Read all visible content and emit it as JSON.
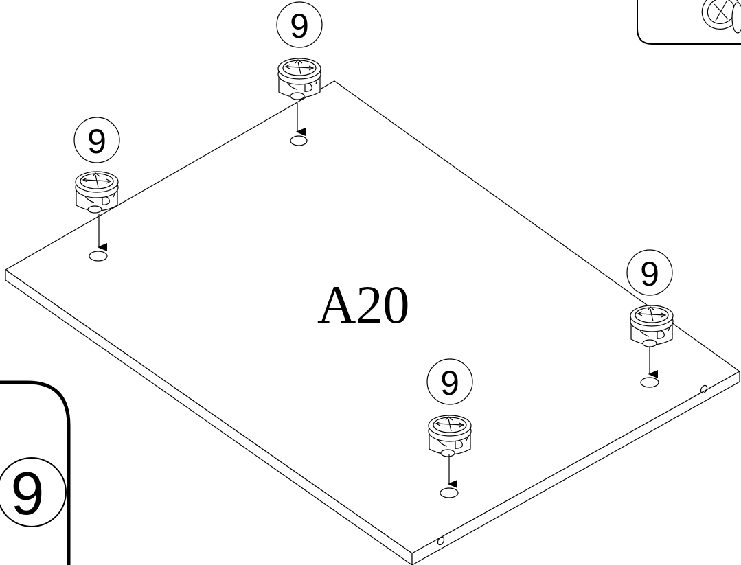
{
  "panel": {
    "label": "A20"
  },
  "part_number": "9",
  "callouts": [
    {
      "number": "9"
    },
    {
      "number": "9"
    },
    {
      "number": "9"
    },
    {
      "number": "9"
    }
  ],
  "legend": {
    "number": "9"
  }
}
